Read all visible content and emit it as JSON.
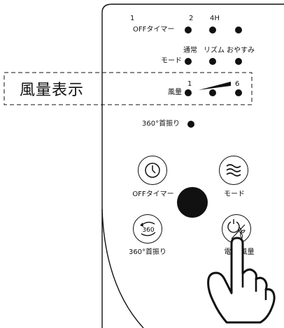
{
  "callout": {
    "label": "風量表示"
  },
  "timer": {
    "label": "OFFタイマー",
    "options": [
      "1",
      "2",
      "4H"
    ]
  },
  "mode": {
    "label": "モード",
    "options": [
      "通常",
      "リズム",
      "おやすみ"
    ]
  },
  "wind": {
    "label": "風量",
    "min_label": "1",
    "max_label": "6"
  },
  "swing": {
    "label": "360°首振り"
  },
  "buttons": {
    "timer": {
      "label": "OFFタイマー",
      "icon": "clock-icon"
    },
    "mode": {
      "label": "モード",
      "icon": "wind-waves-icon"
    },
    "swing": {
      "label": "360°首振り",
      "icon_text": "360",
      "icon": "rotate-360-icon"
    },
    "power": {
      "label": "電源/風量",
      "icon": "power-fan-icon"
    }
  },
  "colors": {
    "ink": "#111111",
    "panel": "#ffffff"
  }
}
